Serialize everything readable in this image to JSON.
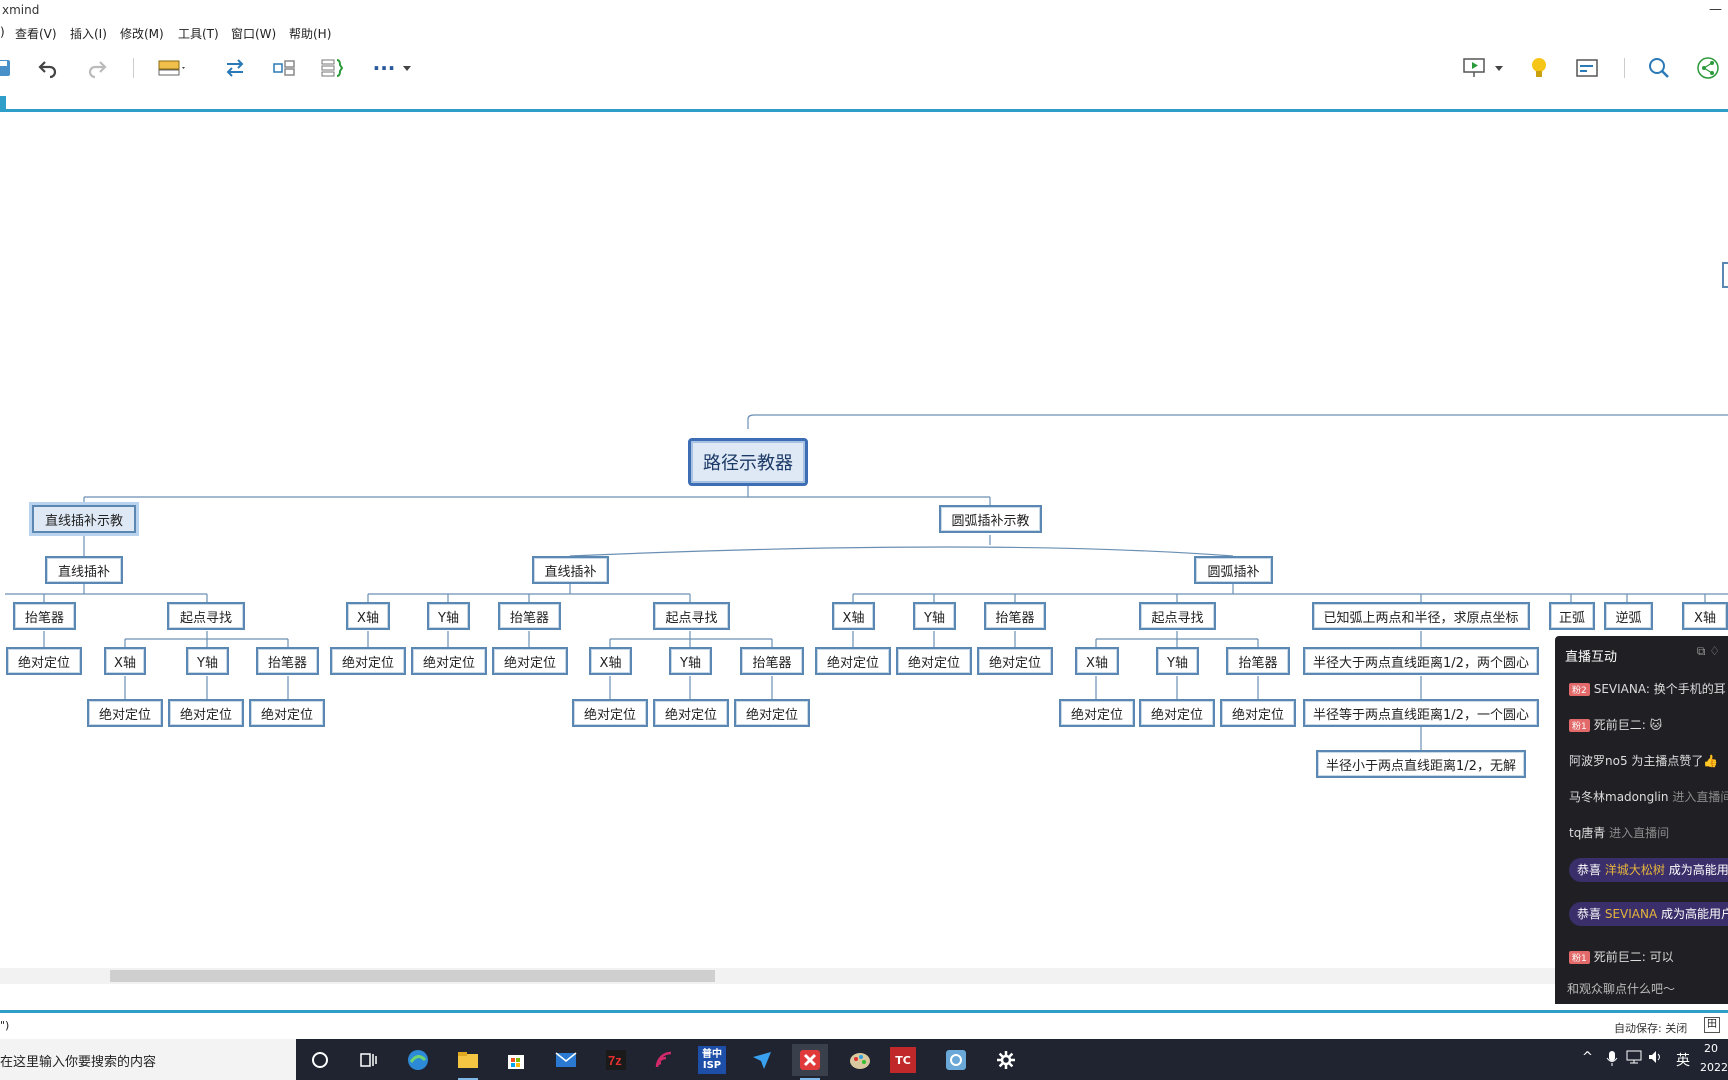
{
  "window": {
    "title": "xmind",
    "minimize_glyph": "—"
  },
  "menu": [
    "查看(V)",
    "插入(I)",
    "修改(M)",
    "工具(T)",
    "窗口(W)",
    "帮助(H)"
  ],
  "menu_leading_fragment": ")",
  "toolbar": {
    "icons": [
      "save-icon",
      "undo-icon",
      "redo-icon",
      "topic-icon",
      "relationship-icon",
      "summary-icon",
      "boundary-icon",
      "more-icon",
      "presentation-icon",
      "idea-icon",
      "outline-icon",
      "search-icon",
      "share-icon"
    ],
    "more_glyph": "···"
  },
  "mindmap": {
    "root": "路径示教器",
    "nodes": {
      "zhixian_shijiao": "直线插补示教",
      "yuanhu_shijiao": "圆弧插补示教",
      "zhixian_chabu_1": "直线插补",
      "zhixian_chabu_2": "直线插补",
      "yuanhu_chabu": "圆弧插补",
      "taibiqi": "抬笔器",
      "qidian": "起点寻找",
      "x_axis": "X轴",
      "y_axis": "Y轴",
      "juedui": "绝对定位",
      "known_arc": "已知弧上两点和半径，求原点坐标",
      "zhenghu": "正弧",
      "nihu": "逆弧",
      "r_greater": "半径大于两点直线距离1/2，两个圆心",
      "r_equal": "半径等于两点直线距离1/2，一个圆心",
      "r_less": "半径小于两点直线距离1/2，无解"
    }
  },
  "status": {
    "left": "\")",
    "autosave": "自动保存: 关闭",
    "grid_glyph": "田"
  },
  "taskbar": {
    "search_placeholder": "在这里输入你要搜索的内容",
    "ime": "英",
    "clock_top": "20",
    "clock_bottom": "2022",
    "apps": [
      "cortana-icon",
      "task-view-icon",
      "edge-icon",
      "explorer-icon",
      "store-icon",
      "mail-icon",
      "7zip-icon",
      "feed-icon",
      "isp-icon",
      "feishu-icon",
      "xmind-icon",
      "paint-icon",
      "pdf-icon",
      "screenshot-icon",
      "settings-icon"
    ],
    "isp_label": "普中 ISP",
    "pdf_label": "TC"
  },
  "live_chat": {
    "header": "直播互动",
    "messages": [
      {
        "badge": "粉2",
        "user": "SEVIANA:",
        "text": "换个手机的耳"
      },
      {
        "badge": "粉1",
        "user": "死前巨二:",
        "text": "🐱"
      },
      {
        "badge": "",
        "user": "阿波罗no5",
        "text": "为主播点赞了👍"
      },
      {
        "badge": "",
        "user": "马冬林madonglin",
        "text": "进入直播间"
      },
      {
        "badge": "",
        "user": "tq唐青",
        "text": "进入直播间"
      }
    ],
    "system": [
      {
        "prefix": "恭喜",
        "name": "洋城大松树",
        "suffix": "成为高能用户"
      },
      {
        "prefix": "恭喜",
        "name": "SEVIANA",
        "suffix": "成为高能用户"
      }
    ],
    "last": {
      "badge": "粉1",
      "user": "死前巨二:",
      "text": "可以"
    },
    "input_placeholder": "和观众聊点什么吧～"
  }
}
